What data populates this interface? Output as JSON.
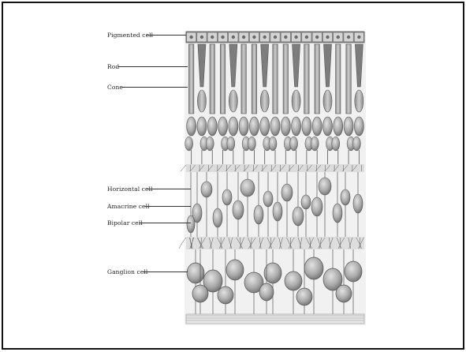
{
  "labels": {
    "pigmented": "Pigmented cell",
    "rod": "Rod",
    "cone": "Cone",
    "horizontal": "Horizontal cell",
    "amacrine": "Amacrine cell",
    "bipolar": "Bipolar cell",
    "ganglion": "Ganglion cell"
  },
  "colors": {
    "frame": "#111111",
    "ink": "#555555",
    "shade": "#9a9a9a",
    "body": "#c9c9c9",
    "paper": "#ffffff"
  }
}
